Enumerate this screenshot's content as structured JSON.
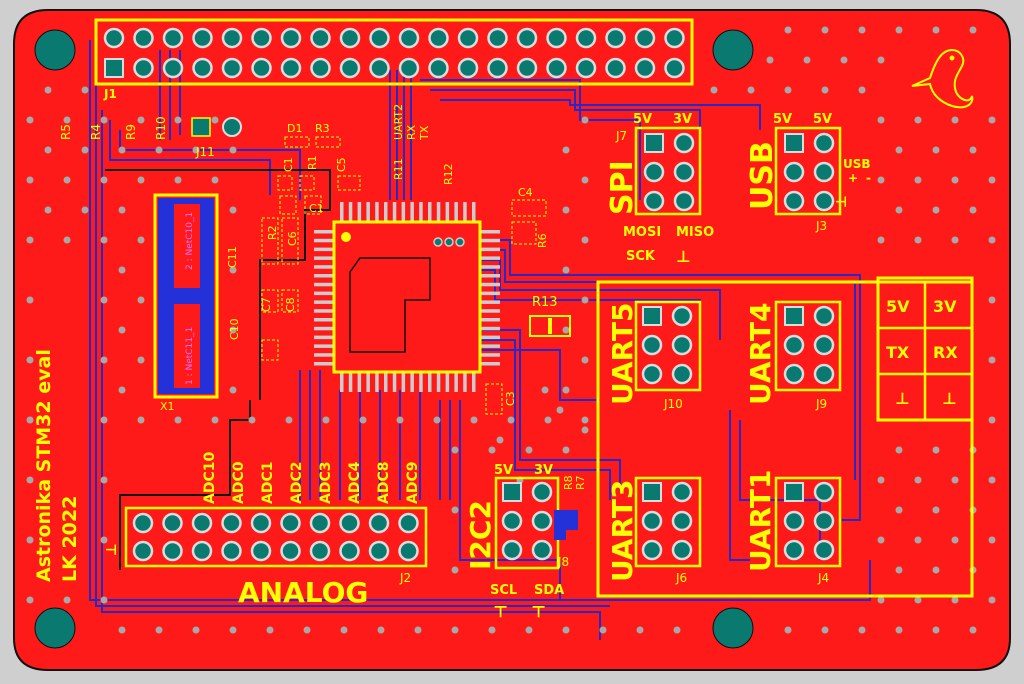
{
  "board": {
    "colors": {
      "copper": "#ff1a1a",
      "silk": "#ffff00",
      "via": "#a8a8a8",
      "pad": "#0a7a70",
      "trace": "#2828c8",
      "background": "#cfcfcf"
    },
    "credits": [
      "Astronika STM32 eval",
      "LK 2022"
    ]
  },
  "header": {
    "ref": "J1"
  },
  "refs": {
    "r5": "R5",
    "r4": "R4",
    "r9": "R9",
    "r10": "R10",
    "j11": "J11",
    "d1": "D1",
    "r3": "R3",
    "c1": "C1",
    "r1": "R1",
    "c5": "C5",
    "c11": "C11",
    "r2": "R2",
    "c6": "C6",
    "c7": "C7",
    "c8": "C8",
    "c10": "C10",
    "x1": "X1",
    "c4": "C4",
    "r6": "R6",
    "r12": "R12",
    "r11": "R11",
    "r13": "R13",
    "c3": "C3",
    "r8": "R8",
    "r7": "R7",
    "c1b": "C1"
  },
  "crystal": {
    "net_top": "2 : NetC10_1",
    "net_bottom": "1 : NetC11_1"
  },
  "uart2": {
    "label": "UART2",
    "rx": "RX",
    "tx": "TX"
  },
  "spi": {
    "title": "SPI",
    "ref": "J7",
    "v5": "5V",
    "v3": "3V",
    "mosi": "MOSI",
    "miso": "MISO",
    "sck": "SCK",
    "gnd": "⊥"
  },
  "usb": {
    "title": "USB",
    "ref": "J3",
    "v5": "5V",
    "v5b": "5V",
    "legend_title": "USB",
    "plus": "+",
    "minus": "-",
    "gnd": "⊥"
  },
  "uart5": {
    "title": "UART5",
    "ref": "J10"
  },
  "uart4": {
    "title": "UART4",
    "ref": "J9"
  },
  "uart3": {
    "title": "UART3",
    "ref": "J6"
  },
  "uart1": {
    "title": "UART1",
    "ref": "J4"
  },
  "uart_legend": {
    "cells": [
      "5V",
      "3V",
      "TX",
      "RX",
      "⊥",
      "⊥"
    ]
  },
  "i2c2": {
    "title": "I2C2",
    "ref": "J8",
    "v5": "5V",
    "v3": "3V",
    "scl": "SCL",
    "sda": "SDA",
    "gnd1": "⊥",
    "gnd2": "⊥"
  },
  "analog": {
    "title": "ANALOG",
    "ref": "J2",
    "gnd": "⊥",
    "channels": [
      "ADC10",
      "ADC0",
      "ADC1",
      "ADC2",
      "ADC3",
      "ADC4",
      "ADC8",
      "ADC9"
    ]
  }
}
